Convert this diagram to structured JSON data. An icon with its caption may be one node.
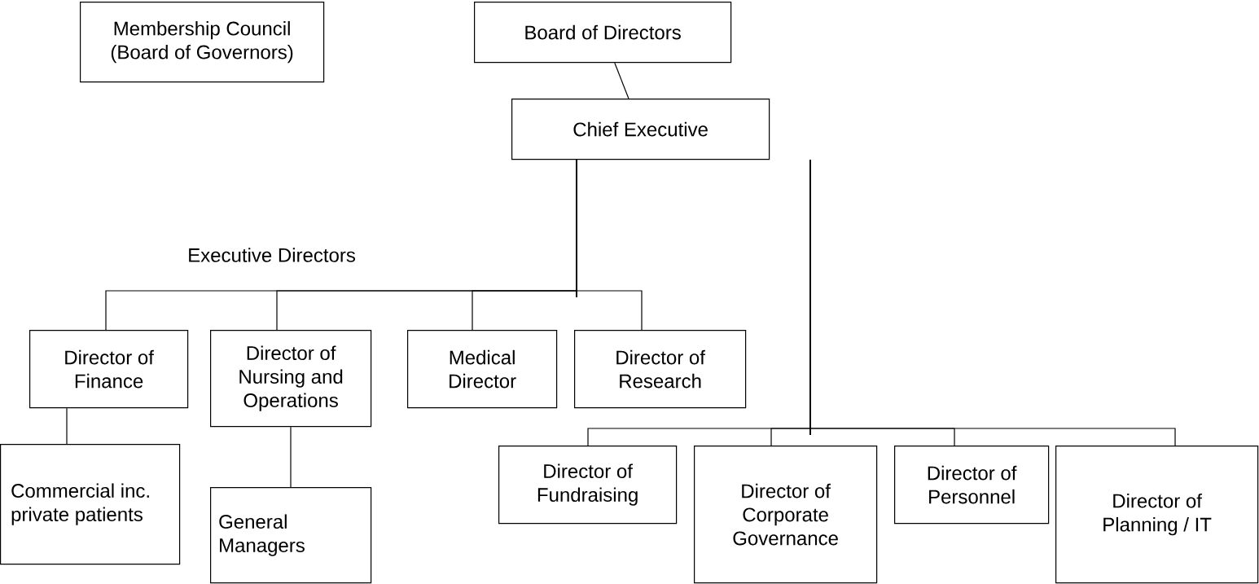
{
  "diagram": {
    "nodes": [
      {
        "text": [
          "Membership Council (Board of Governors)"
        ]
      },
      {
        "text": [
          "Board of Directors"
        ]
      },
      {
        "text": [
          "Chief Executive"
        ]
      },
      {
        "text": [
          "Director of Finance"
        ]
      },
      {
        "text": [
          "Director of Nursing and Operations"
        ]
      },
      {
        "text": [
          "Medical Director"
        ]
      },
      {
        "text": [
          "Director of Research"
        ]
      },
      {
        "text": [
          "Commercial inc. private patients"
        ]
      },
      {
        "text": [
          "General Managers"
        ]
      },
      {
        "text": [
          "Director of Fundraising"
        ]
      },
      {
        "text": [
          "Director of Corporate Governance"
        ]
      },
      {
        "text": [
          "Director of Personnel"
        ]
      },
      {
        "text": [
          "Director of Planning / IT"
        ]
      }
    ],
    "edges": [
      {
        "from": 1,
        "to": 2,
        "arrow": "none"
      },
      {
        "from": 2,
        "to": 3,
        "arrow": "none"
      },
      {
        "from": 2,
        "to": 4,
        "arrow": "none"
      },
      {
        "from": 2,
        "to": 5,
        "arrow": "none"
      },
      {
        "from": 2,
        "to": 6,
        "arrow": "none"
      },
      {
        "from": 2,
        "to": 9,
        "arrow": "none"
      },
      {
        "from": 2,
        "to": 10,
        "arrow": "none"
      },
      {
        "from": 2,
        "to": 11,
        "arrow": "none"
      },
      {
        "from": 2,
        "to": 12,
        "arrow": "none"
      },
      {
        "from": 3,
        "to": 7,
        "arrow": "none"
      },
      {
        "from": 4,
        "to": 8,
        "arrow": "none"
      }
    ],
    "labels": [
      "Executive Directors"
    ]
  }
}
